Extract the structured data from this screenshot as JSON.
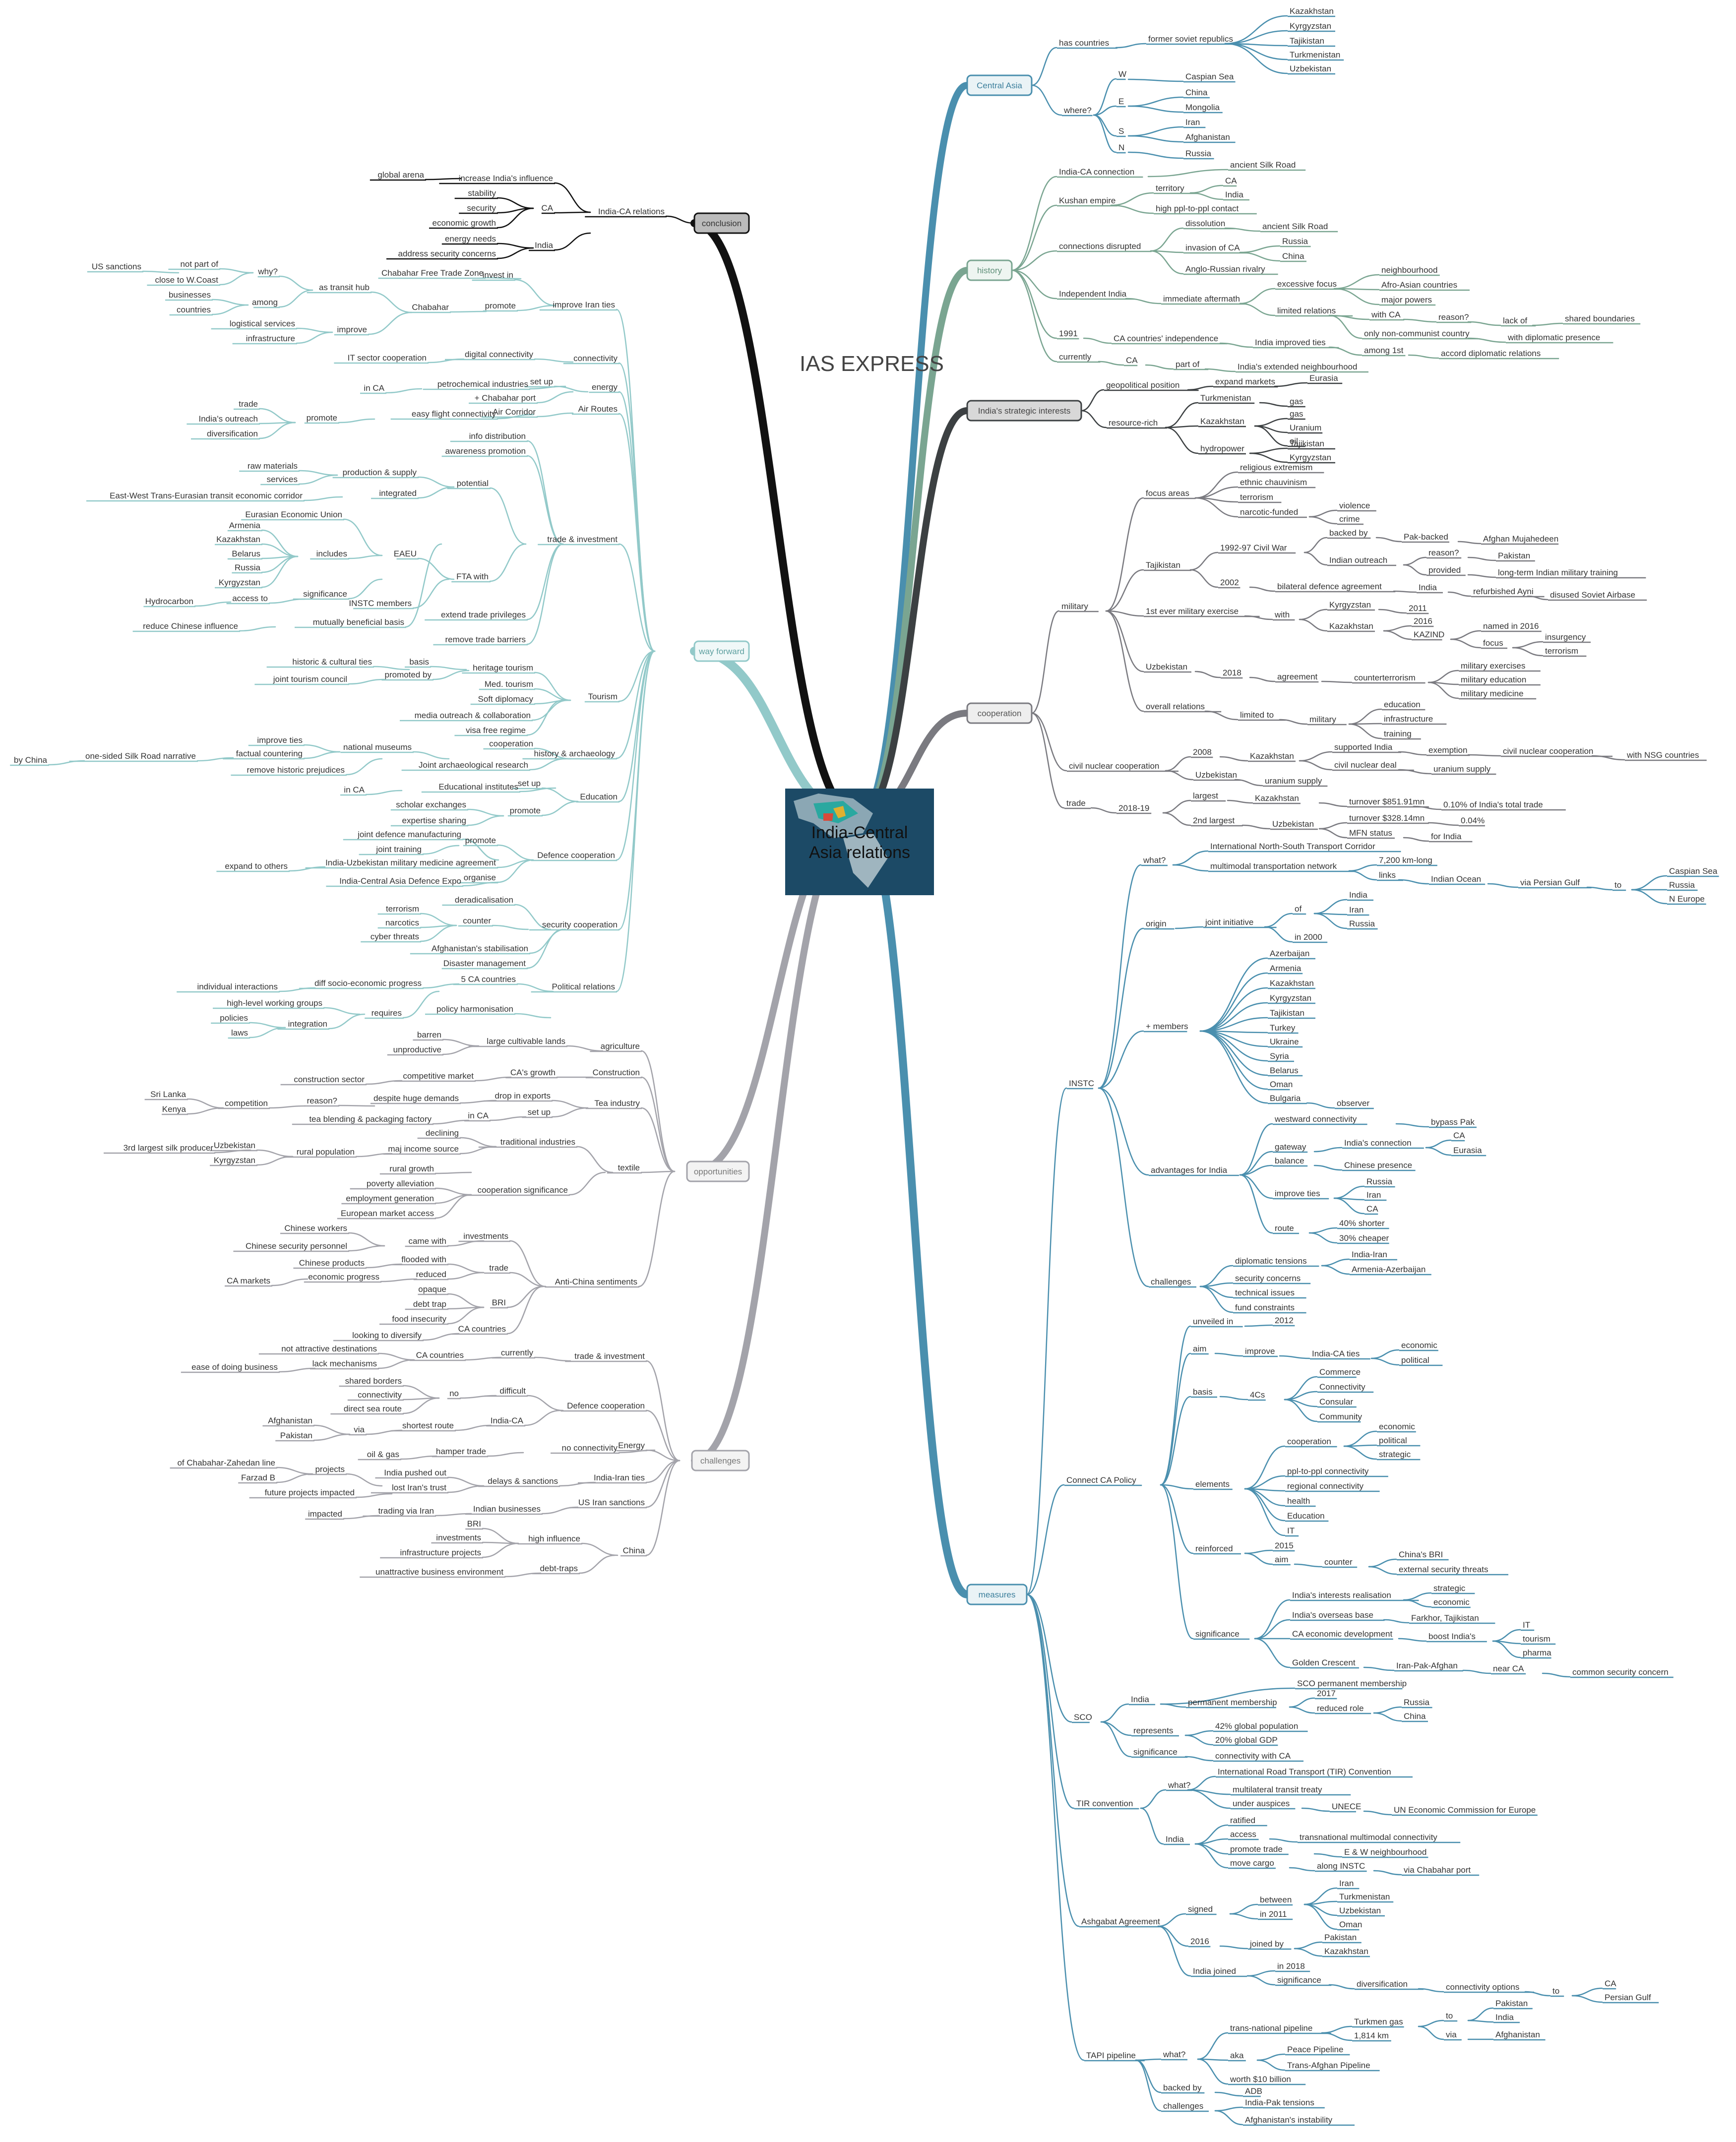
{
  "watermark": "IAS EXPRESS",
  "central": {
    "line1": "India-Central",
    "line2": "Asia relations"
  },
  "colors": {
    "blue": "#4a8fae",
    "green": "#7aa591",
    "dark": "#3c4042",
    "gray": "#7a7a80",
    "teal": "#92c9c9",
    "graylight": "#a3a3aa",
    "black": "#111111"
  },
  "topics": {
    "central_asia": "Central Asia",
    "history": "history",
    "strategic": "India's strategic interests",
    "cooperation": "cooperation",
    "measures": "measures",
    "conclusion": "conclusion",
    "way_forward": "way forward",
    "opportunities": "opportunities",
    "challenges": "challenges"
  },
  "labels": {
    "c01": "has countries",
    "c02": "former soviet republics",
    "c03": "Kazakhstan",
    "c04": "Kyrgyzstan",
    "c05": "Tajikistan",
    "c06": "Turkmenistan",
    "c07": "Uzbekistan",
    "c08": "where?",
    "c09": "W",
    "c10": "Caspian Sea",
    "c11": "E",
    "c12": "China",
    "c13": "Mongolia",
    "c14": "S",
    "c15": "Iran",
    "c16": "Afghanistan",
    "c17": "N",
    "c18": "Russia",
    "h01": "India-CA connection",
    "h02": "ancient Silk Road",
    "h03": "Kushan empire",
    "h04": "territory",
    "h05": "CA",
    "h06": "India",
    "h07": "high ppl-to-ppl contact",
    "h08": "connections disrupted",
    "h09": "dissolution",
    "h10": "ancient Silk Road",
    "h11": "invasion of CA",
    "h12": "Russia",
    "h13": "China",
    "h14": "Anglo-Russian rivalry",
    "h15": "Independent India",
    "h16": "immediate aftermath",
    "h17": "excessive focus",
    "h18": "neighbourhood",
    "h19": "Afro-Asian countries",
    "h20": "major powers",
    "h21": "limited relations",
    "h22": "with CA",
    "h23": "reason?",
    "h24": "lack of",
    "h25": "shared boundaries",
    "h26": "only non-communist country",
    "h27": "with diplomatic presence",
    "h28": "1991",
    "h29": "CA countries' independence",
    "h30": "India improved ties",
    "h31": "among 1st",
    "h32": "accord diplomatic relations",
    "h33": "currently",
    "h34": "CA",
    "h35": "part of",
    "h36": "India's extended neighbourhood",
    "s01": "geopolitical position",
    "s02": "expand markets",
    "s03": "Eurasia",
    "s04": "resource-rich",
    "s05": "Turkmenistan",
    "s06": "gas",
    "s07": "Kazakhstan",
    "s08": "gas",
    "s09": "Uranium",
    "s10": "oil",
    "s11": "hydropower",
    "s12": "Tajikistan",
    "s13": "Kyrgyzstan",
    "k01": "military",
    "k02": "focus areas",
    "k03": "religious extremism",
    "k04": "ethnic chauvinism",
    "k05": "terrorism",
    "k06": "narcotic-funded",
    "k07": "violence",
    "k08": "crime",
    "k09": "Tajikistan",
    "k10": "1992-97 Civil War",
    "k11": "backed by",
    "k12": "Pak-backed",
    "k13": "Afghan Mujahedeen",
    "k14": "Indian outreach",
    "k15": "reason?",
    "k16": "Pakistan",
    "k17": "provided",
    "k18": "long-term Indian military training",
    "k19": "2002",
    "k20": "bilateral defence agreement",
    "k21": "India",
    "k22": "refurbished Ayni",
    "k23": "disused Soviet Airbase",
    "k24": "1st ever military exercise",
    "k25": "with",
    "k26": "Kyrgyzstan",
    "k27": "2011",
    "k28": "Kazakhstan",
    "k29": "2016",
    "k30": "KAZIND",
    "k31": "named in 2016",
    "k32": "focus",
    "k33": "insurgency",
    "k34": "terrorism",
    "k35": "Uzbekistan",
    "k36": "2018",
    "k37": "agreement",
    "k38": "counterterrorism",
    "k39": "military exercises",
    "k40": "military education",
    "k41": "military medicine",
    "k42": "overall relations",
    "k43": "limited to",
    "k44": "military",
    "k45": "education",
    "k46": "infrastructure",
    "k47": "training",
    "k48": "civil nuclear cooperation",
    "k49": "2008",
    "k50": "Kazakhstan",
    "k51": "supported India",
    "k52": "exemption",
    "k53": "civil nuclear cooperation",
    "k54": "with NSG countries",
    "k55": "civil nuclear deal",
    "k56": "uranium supply",
    "k57": "Uzbekistan",
    "k58": "uranium supply",
    "k59": "trade",
    "k60": "2018-19",
    "k61": "largest",
    "k62": "Kazakhstan",
    "k63": "turnover $851.91mn",
    "k64": "0.10% of India's total trade",
    "k65": "2nd largest",
    "k66": "Uzbekistan",
    "k67": "turnover $328.14mn",
    "k68": "0.04%",
    "k69": "MFN status",
    "k70": "for India",
    "m01": "INSTC",
    "m02": "what?",
    "m03": "International North-South Transport Corridor",
    "m04": "multimodal transportation network",
    "m05": "7,200 km-long",
    "m06": "links",
    "m07": "Indian Ocean",
    "m08": "via Persian Gulf",
    "m09": "to",
    "m10": "Caspian Sea",
    "m11": "Russia",
    "m12": "N Europe",
    "m13": "origin",
    "m14": "joint initiative",
    "m15": "of",
    "m16": "India",
    "m17": "Iran",
    "m18": "Russia",
    "m19": "in 2000",
    "m20": "+ members",
    "m21": "Azerbaijan",
    "m22": "Armenia",
    "m23": "Kazakhstan",
    "m24": "Kyrgyzstan",
    "m25": "Tajikistan",
    "m26": "Turkey",
    "m27": "Ukraine",
    "m28": "Syria",
    "m29": "Belarus",
    "m30": "Oman",
    "m31": "Bulgaria",
    "m32": "observer",
    "m33": "advantages for India",
    "m34": "westward connectivity",
    "m35": "bypass Pak",
    "m36": "gateway",
    "m37": "India's connection",
    "m38": "CA",
    "m39": "Eurasia",
    "m40": "balance",
    "m41": "Chinese presence",
    "m42": "improve ties",
    "m43": "Russia",
    "m44": "Iran",
    "m45": "CA",
    "m46": "route",
    "m47": "40% shorter",
    "m48": "30% cheaper",
    "m49": "challenges",
    "m50": "diplomatic tensions",
    "m51": "India-Iran",
    "m52": "Armenia-Azerbaijan",
    "m53": "security concerns",
    "m54": "technical issues",
    "m55": "fund constraints",
    "n01": "Connect CA Policy",
    "n02": "unveiled in",
    "n03": "2012",
    "n04": "aim",
    "n05": "improve",
    "n06": "India-CA ties",
    "n07": "economic",
    "n08": "political",
    "n09": "basis",
    "n10": "4Cs",
    "n11": "Commerce",
    "n12": "Connectivity",
    "n13": "Consular",
    "n14": "Community",
    "n15": "elements",
    "n16": "cooperation",
    "n17": "economic",
    "n18": "political",
    "n19": "strategic",
    "n20": "ppl-to-ppl connectivity",
    "n21": "regional connectivity",
    "n22": "health",
    "n23": "Education",
    "n24": "IT",
    "n25": "reinforced",
    "n26": "2015",
    "n27": "aim",
    "n28": "counter",
    "n29": "China's BRI",
    "n30": "external security threats",
    "n31": "significance",
    "n32": "India's interests realisation",
    "n33": "strategic",
    "n34": "economic",
    "n35": "India's overseas base",
    "n36": "Farkhor, Tajikistan",
    "n37": "CA economic development",
    "n38": "boost India's",
    "n39": "IT",
    "n40": "tourism",
    "n41": "pharma",
    "n42": "Golden Crescent",
    "n43": "Iran-Pak-Afghan",
    "n44": "near CA",
    "n45": "common security concern",
    "n46": "SCO",
    "n47": "India",
    "n48": "permanent membership",
    "n49": "2017",
    "n50": "reduced role",
    "n51": "Russia",
    "n52": "China",
    "n53": "SCO permanent membership",
    "n54": "represents",
    "n55": "42% global population",
    "n56": "20% global GDP",
    "n57": "significance",
    "n58": "connectivity with CA",
    "n59": "TIR convention",
    "n60": "what?",
    "n61": "International Road Transport (TIR) Convention",
    "n62": "multilateral transit treaty",
    "n63": "under auspices",
    "n64": "UNECE",
    "n65": "UN Economic Commission for Europe",
    "n66": "India",
    "n67": "ratified",
    "n68": "access",
    "n69": "transnational multimodal connectivity",
    "n70": "promote trade",
    "n71": "E & W neighbourhood",
    "n72": "move cargo",
    "n73": "along INSTC",
    "n74": "via Chabahar port",
    "n75": "Ashgabat Agreement",
    "n76": "signed",
    "n77": "between",
    "n78": "Iran",
    "n79": "Turkmenistan",
    "n80": "Uzbekistan",
    "n81": "Oman",
    "n82": "in 2011",
    "n83": "2016",
    "n84": "joined by",
    "n85": "Pakistan",
    "n86": "Kazakhstan",
    "n87": "India joined",
    "n88": "in 2018",
    "n89": "significance",
    "n90": "diversification",
    "n91": "connectivity options",
    "n92": "to",
    "n93": "CA",
    "n94": "Persian Gulf",
    "n95": "TAPI pipeline",
    "n96": "what?",
    "n97": "trans-national pipeline",
    "n98": "Turkmen gas",
    "n99": "1,814 km",
    "n100": "to",
    "n101": "Pakistan",
    "n102": "India",
    "n103": "via",
    "n104": "Afghanistan",
    "n105": "aka",
    "n106": "Peace Pipeline",
    "n107": "Trans-Afghan Pipeline",
    "n108": "worth $10 billion",
    "n109": "backed by",
    "n110": "ADB",
    "n111": "challenges",
    "n112": "India-Pak tensions",
    "n113": "Afghanistan's instability",
    "q01": "global arena",
    "q02": "increase India's influence",
    "q03": "stability",
    "q04": "security",
    "q05": "CA",
    "q06": "economic growth",
    "q07": "India-CA relations",
    "q08": "energy needs",
    "q09": "India",
    "q10": "address security concerns",
    "w01": "improve Iran ties",
    "w02": "invest in",
    "w03": "Chabahar Free Trade Zone",
    "w04": "US sanctions",
    "w05": "not part of",
    "w06": "why?",
    "w07": "close to W.Coast",
    "w08": "as transit hub",
    "w09": "businesses",
    "w10": "among",
    "w11": "countries",
    "w12": "Chabahar",
    "w13": "promote",
    "w14": "logistical services",
    "w15": "improve",
    "w16": "infrastructure",
    "w17": "connectivity",
    "w18": "digital connectivity",
    "w19": "IT sector cooperation",
    "w20": "energy",
    "w21": "set up",
    "w22": "in CA",
    "w23": "petrochemical industries",
    "w24": "+ Chabahar port",
    "w25": "Air Routes",
    "w26": "Air Corridor",
    "w27": "easy flight connectivity",
    "w28": "promote",
    "w29": "trade",
    "w30": "India's outreach",
    "w31": "diversification",
    "w32": "trade & investment",
    "w33": "info distribution",
    "w34": "awareness promotion",
    "w35": "potential",
    "w36": "raw materials",
    "w37": "production & supply",
    "w38": "services",
    "w39": "integrated",
    "w40": "East-West Trans-Eurasian transit economic corridor",
    "w41": "FTA with",
    "w42": "EAEU",
    "w43": "Eurasian Economic Union",
    "w44": "includes",
    "w45": "Armenia",
    "w46": "Kazakhstan",
    "w47": "Belarus",
    "w48": "Russia",
    "w49": "Kyrgyzstan",
    "w50": "significance",
    "w51": "access to",
    "w52": "Hydrocarbon",
    "w53": "INSTC members",
    "w54": "mutually beneficial basis",
    "w55": "reduce Chinese influence",
    "w56": "extend trade privileges",
    "w57": "remove trade barriers",
    "w58": "Tourism",
    "w59": "historic & cultural ties",
    "w60": "basis",
    "w61": "heritage tourism",
    "w62": "promoted by",
    "w63": "joint tourism council",
    "w64": "Med. tourism",
    "w65": "Soft diplomacy",
    "w66": "media outreach & collaboration",
    "w67": "visa free regime",
    "w68": "history & archaeology",
    "w69": "cooperation",
    "w70": "national museums",
    "w71": "improve ties",
    "w72": "factual countering",
    "w73": "one-sided Silk Road narrative",
    "w74": "by China",
    "w75": "remove historic prejudices",
    "w76": "Joint archaeological research",
    "w77": "Education",
    "w78": "set up",
    "w79": "in CA",
    "w80": "Educational institutes",
    "w81": "promote",
    "w82": "scholar exchanges",
    "w83": "expertise sharing",
    "w84": "Defence cooperation",
    "w85": "joint defence manufacturing",
    "w86": "promote",
    "w87": "joint training",
    "w88": "expand to others",
    "w89": "India-Uzbekistan military medicine agreement",
    "w90": "organise",
    "w91": "India-Central Asia Defence Expo",
    "w92": "security cooperation",
    "w93": "deradicalisation",
    "w94": "counter",
    "w95": "terrorism",
    "w96": "narcotics",
    "w97": "cyber threats",
    "w98": "Afghanistan's stabilisation",
    "w99": "Disaster management",
    "w100": "Political relations",
    "w101": "5 CA countries",
    "w102": "diff socio-economic progress",
    "w103": "individual interactions",
    "w104": "high-level working groups",
    "w105": "requires",
    "w106": "policy harmonisation",
    "w107": "integration",
    "w108": "policies",
    "w109": "laws",
    "o01": "agriculture",
    "o02": "large cultivable lands",
    "o03": "barren",
    "o04": "unproductive",
    "o05": "Construction",
    "o06": "CA's growth",
    "o07": "competitive market",
    "o08": "construction sector",
    "o09": "Tea industry",
    "o10": "drop in exports",
    "o11": "despite huge demands",
    "o12": "reason?",
    "o13": "competition",
    "o14": "Sri Lanka",
    "o15": "Kenya",
    "o16": "set up",
    "o17": "in CA",
    "o18": "tea blending & packaging factory",
    "o19": "textile",
    "o20": "traditional industries",
    "o21": "declining",
    "o22": "maj income source",
    "o23": "rural population",
    "o24": "Uzbekistan",
    "o25": "3rd largest silk producer",
    "o26": "Kyrgyzstan",
    "o27": "rural growth",
    "o28": "cooperation significance",
    "o29": "poverty alleviation",
    "o30": "employment generation",
    "o31": "European market access",
    "o32": "Anti-China sentiments",
    "o33": "investments",
    "o34": "came with",
    "o35": "Chinese workers",
    "o36": "Chinese security personnel",
    "o37": "trade",
    "o38": "flooded with",
    "o39": "Chinese products",
    "o40": "reduced",
    "o41": "CA markets",
    "o42": "economic progress",
    "o43": "BRI",
    "o44": "opaque",
    "o45": "debt trap",
    "o46": "food insecurity",
    "o47": "CA countries",
    "o48": "looking to diversify",
    "x01": "trade & investment",
    "x02": "currently",
    "x03": "CA countries",
    "x04": "not attractive destinations",
    "x05": "lack mechanisms",
    "x06": "ease of doing business",
    "x07": "Defence cooperation",
    "x08": "difficult",
    "x09": "no",
    "x10": "shared borders",
    "x11": "connectivity",
    "x12": "direct sea route",
    "x13": "India-CA",
    "x14": "shortest route",
    "x15": "via",
    "x16": "Afghanistan",
    "x17": "Pakistan",
    "x18": "Energy",
    "x19": "no connectivity",
    "x20": "hamper trade",
    "x21": "oil & gas",
    "x22": "India-Iran ties",
    "x23": "delays & sanctions",
    "x24": "projects",
    "x25": "of Chabahar-Zahedan line",
    "x26": "Farzad B",
    "x27": "India pushed out",
    "x28": "lost Iran's trust",
    "x29": "future projects impacted",
    "x30": "US Iran sanctions",
    "x31": "Indian businesses",
    "x32": "trading via Iran",
    "x33": "impacted",
    "x34": "China",
    "x35": "high influence",
    "x36": "BRI",
    "x37": "investments",
    "x38": "infrastructure projects",
    "x39": "debt-traps",
    "x40": "unattractive business environment"
  }
}
